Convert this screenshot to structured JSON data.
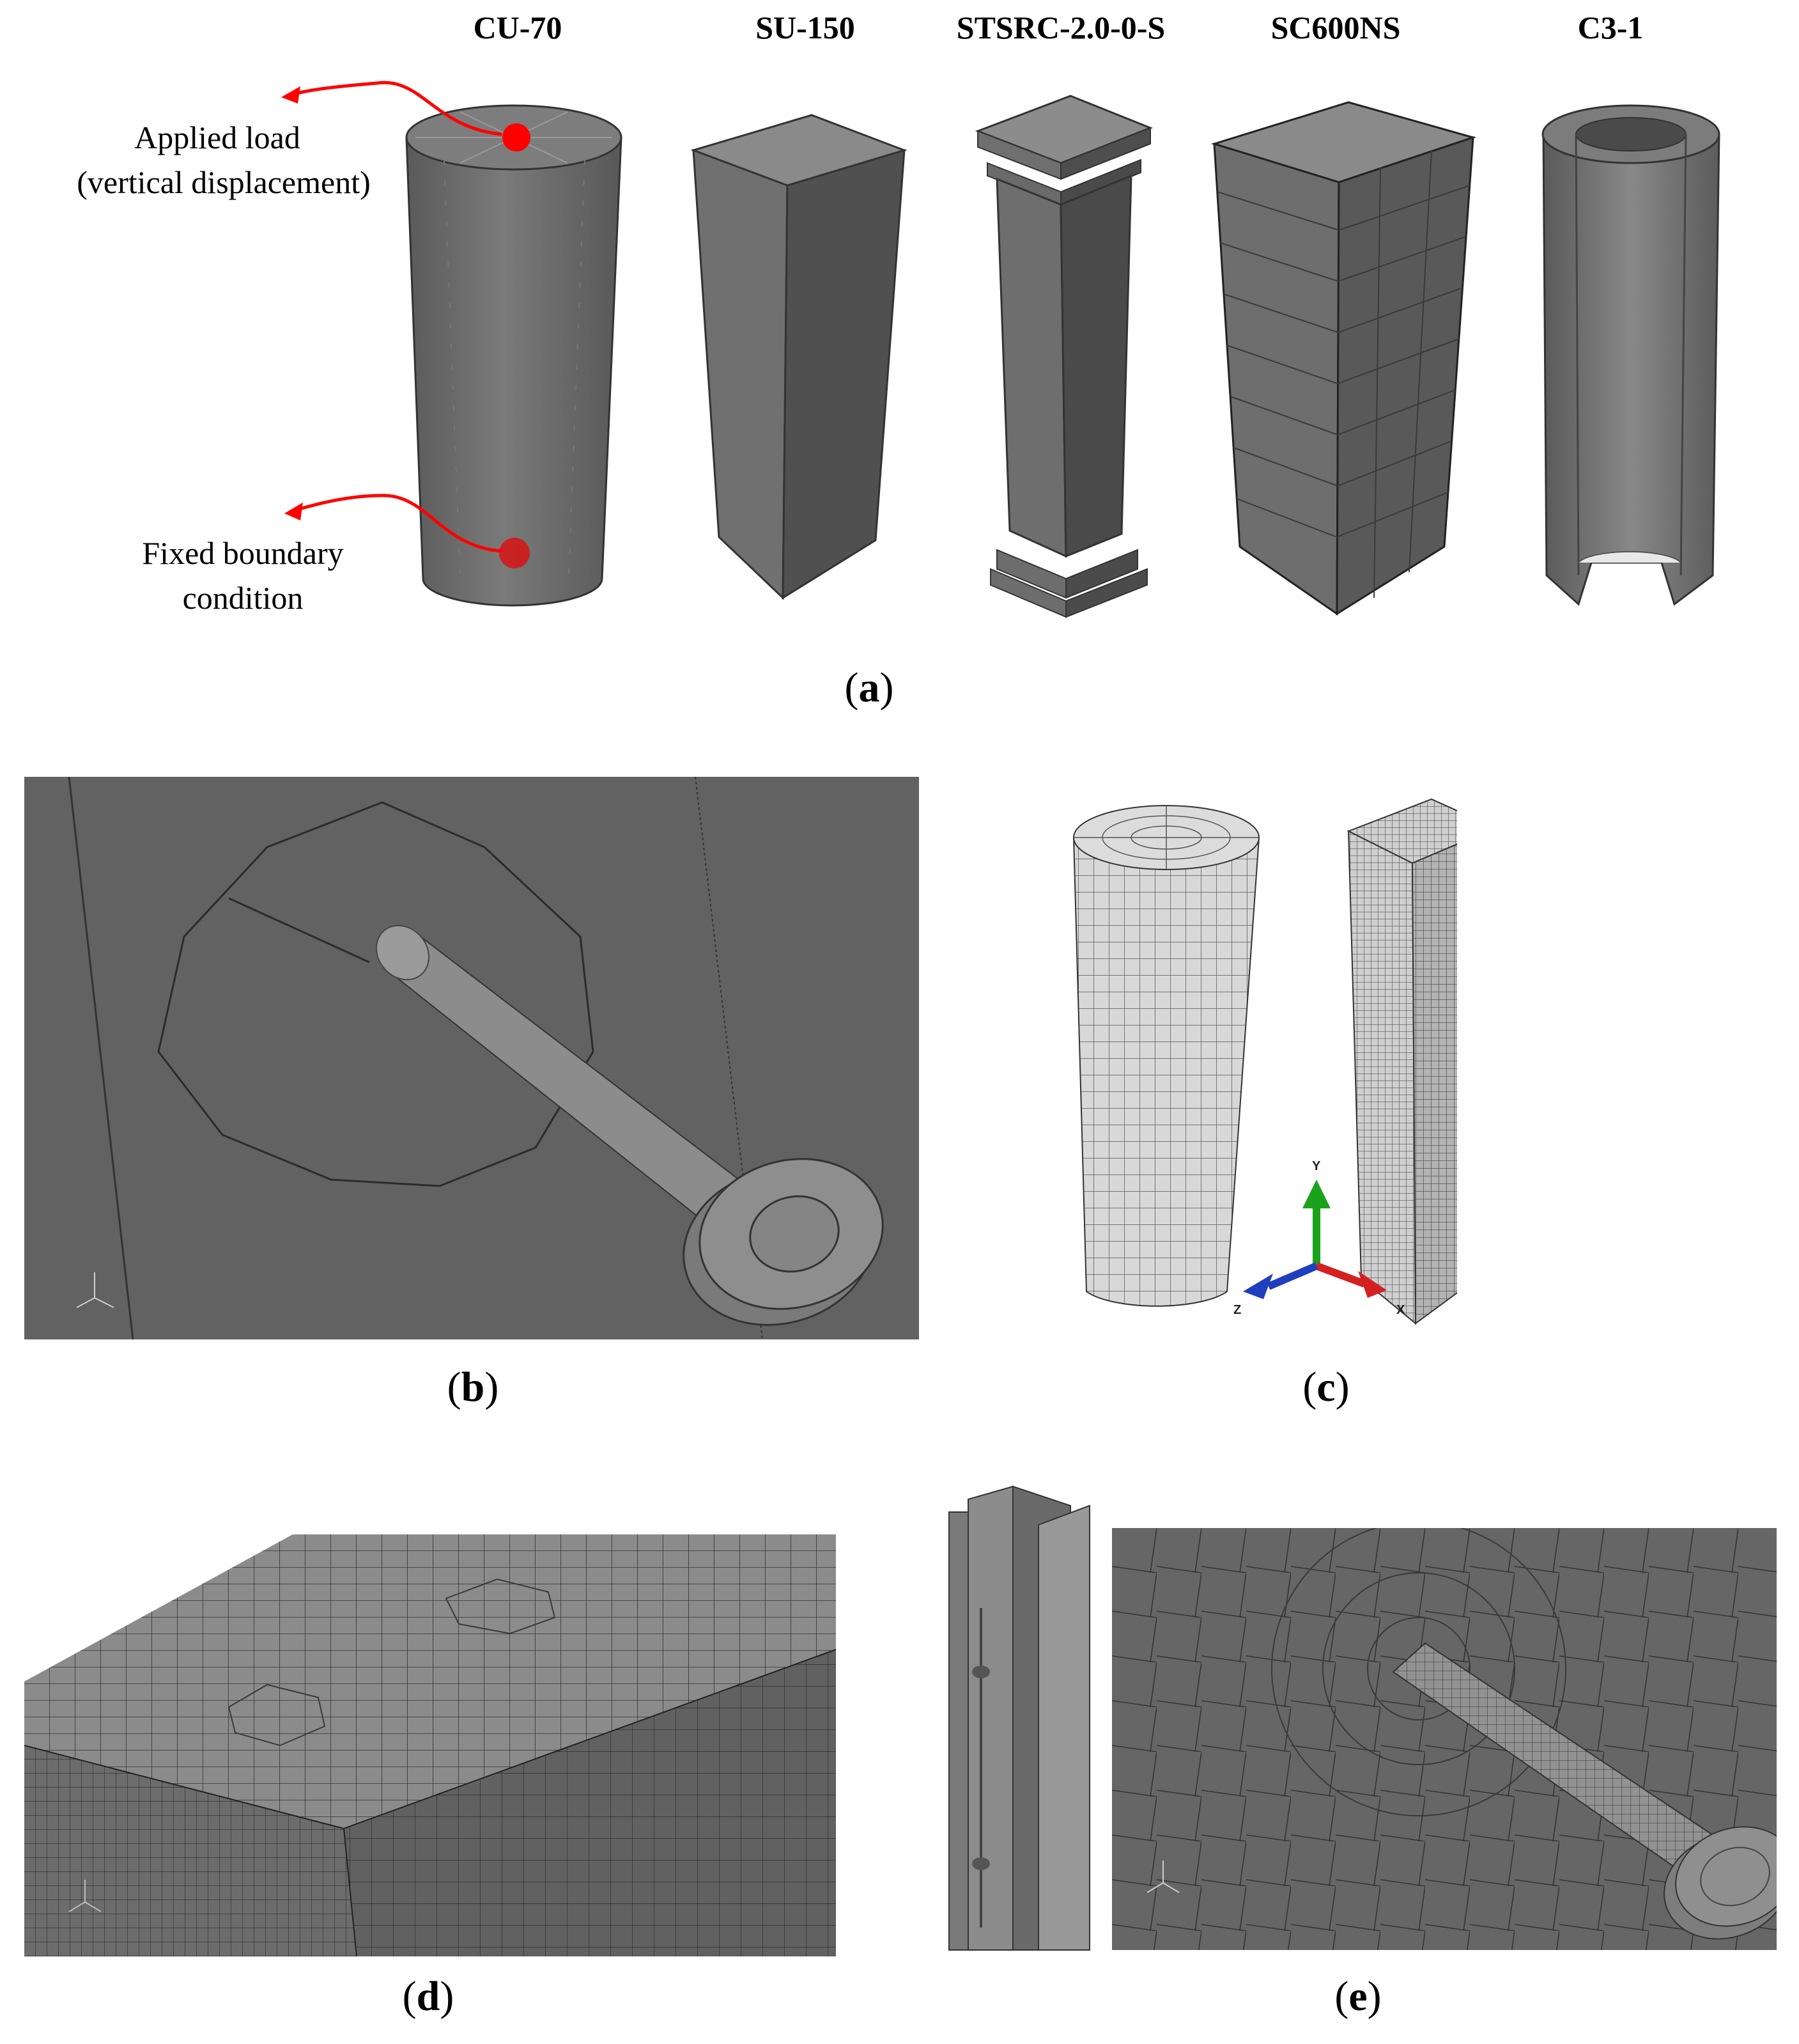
{
  "panel_a": {
    "specimens": [
      {
        "label": "CU-70"
      },
      {
        "label": "SU-150"
      },
      {
        "label": "STSRC-2.0-0-S"
      },
      {
        "label": "SC600NS"
      },
      {
        "label": "C3-1"
      }
    ],
    "annotations": {
      "load_line1": "Applied load",
      "load_line2": "(vertical displacement)",
      "bc_line1": "Fixed boundary",
      "bc_line2": "condition"
    },
    "marker_color": "#ff0000"
  },
  "panel_labels": {
    "a": "a",
    "b": "b",
    "c": "c",
    "d": "d",
    "e": "e"
  },
  "axis_triad": {
    "y": "Y",
    "x": "X",
    "z": "Z",
    "colors": {
      "y": "#1aa31a",
      "x": "#d42020",
      "z": "#1f3fbf"
    }
  }
}
